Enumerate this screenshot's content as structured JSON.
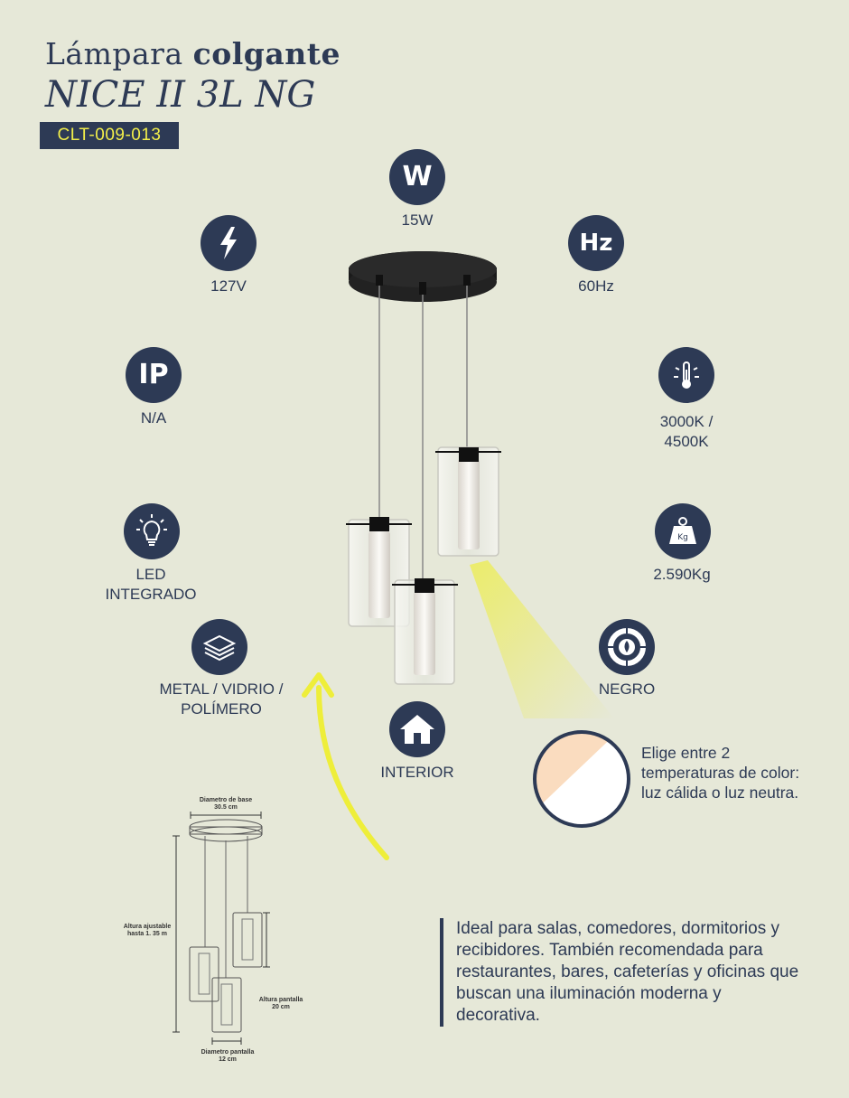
{
  "header": {
    "title_regular": "Lámpara ",
    "title_bold": "colgante",
    "model": "NICE II 3L NG",
    "code": "CLT-009-013"
  },
  "specs": {
    "watts": {
      "label": "15W",
      "icon": "W"
    },
    "voltage": {
      "label": "127V",
      "icon": "lightning-icon"
    },
    "frequency": {
      "label": "60Hz",
      "icon": "Hz"
    },
    "ip": {
      "label": "N/A",
      "icon": "IP"
    },
    "temperature": {
      "label": "3000K /\n4500K",
      "icon": "thermometer-icon"
    },
    "light": {
      "label": "LED\nINTEGRADO",
      "icon": "lightbulb-icon"
    },
    "weight": {
      "label": "2.590Kg",
      "icon": "Kg"
    },
    "material": {
      "label": "METAL / VIDRIO /\nPOLÍMERO",
      "icon": "layers-icon"
    },
    "color": {
      "label": "NEGRO",
      "icon": "color-wheel-icon"
    },
    "location": {
      "label": "INTERIOR",
      "icon": "house-icon"
    }
  },
  "temperature_note": "Elige entre 2 temperaturas de color: luz cálida o luz neutra.",
  "description": "Ideal para salas, comedores, dormitorios y recibidores. También recomendada para restaurantes, bares, cafeterías y oficinas que buscan una iluminación moderna y decorativa.",
  "dimensions": {
    "base_diameter": "Diametro de base\n30.5 cm",
    "adjustable_height": "Altura ajustable\nhasta 1. 35 m",
    "shade_height": "Altura pantalla\n20 cm",
    "shade_diameter": "Diametro pantalla\n12 cm"
  },
  "colors": {
    "navy": "#2d3a55",
    "background": "#e6e8d8",
    "badge_text": "#f2ee4a",
    "warm_light": "#fadcbf",
    "arrow": "#eeee3a"
  }
}
